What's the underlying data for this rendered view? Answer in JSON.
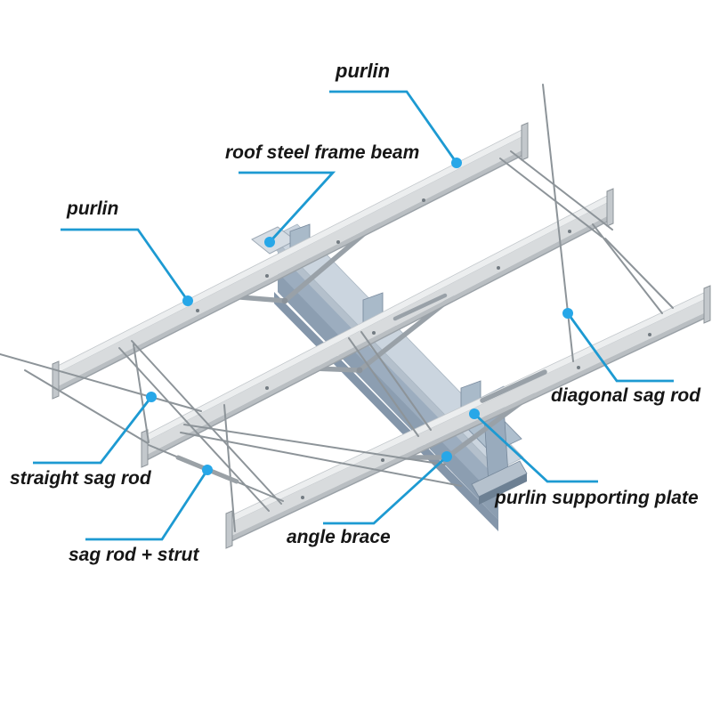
{
  "diagram": {
    "type": "annotated 3D illustration of a steel roof purlin system",
    "background": "#ffffff",
    "labels": [
      {
        "id": "purlin-top",
        "text": "purlin"
      },
      {
        "id": "roof-steel-frame-beam",
        "text": "roof steel frame beam"
      },
      {
        "id": "purlin-left",
        "text": "purlin"
      },
      {
        "id": "diagonal-sag-rod",
        "text": "diagonal sag rod"
      },
      {
        "id": "straight-sag-rod",
        "text": "straight sag rod"
      },
      {
        "id": "sag-rod-strut",
        "text": "sag rod + strut"
      },
      {
        "id": "angle-brace",
        "text": "angle brace"
      },
      {
        "id": "purlin-supporting-plate",
        "text": "purlin supporting plate"
      }
    ],
    "colors": {
      "leader": "#1d9ad2",
      "dot": "#27a7e8",
      "ink": "#161616",
      "steel-top": "#eceeef",
      "steel-web": "#d8dbdd",
      "steel-lip": "#b9bec2",
      "steel-cap": "#c3c8cc",
      "beam-face": "#cbd5df",
      "beam-edge": "#b4c0cc",
      "beam-web": "#9cadbf",
      "beam-web-dark": "#8c9eb1",
      "beam-bottom": "#8496aa",
      "plate": "#a9bac9",
      "rod": "#8d9499",
      "brace": "#99a1a8"
    }
  }
}
